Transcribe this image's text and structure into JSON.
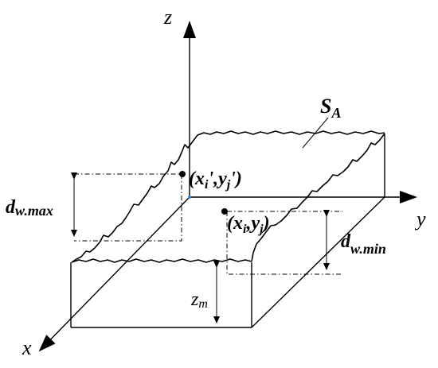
{
  "axes": {
    "z_label": "z",
    "y_label": "y",
    "x_label": "x"
  },
  "labels": {
    "surface": "S",
    "surface_sub": "A",
    "point_upper_x": "(x",
    "point_upper_i": "i",
    "point_upper_mid": "',y",
    "point_upper_j": "j",
    "point_upper_end": "')",
    "point_lower_x": "(x",
    "point_lower_i": "i",
    "point_lower_mid": ",y",
    "point_lower_j": "j",
    "point_lower_end": ")",
    "dw_max_d": "d",
    "dw_max_sub": "w.max",
    "dw_min_d": "d",
    "dw_min_sub": "w.min",
    "zm_z": "z",
    "zm_sub": "m"
  }
}
